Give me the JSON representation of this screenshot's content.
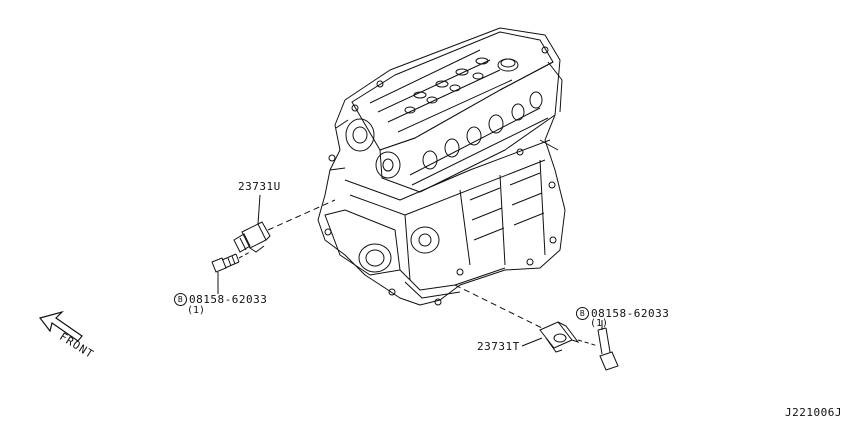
{
  "parts": {
    "sensor_upper": {
      "part_no": "23731U"
    },
    "sensor_lower": {
      "part_no": "23731T"
    },
    "bolt_left": {
      "symbol": "B",
      "part_no": "08158-62033",
      "qty": "(1)"
    },
    "bolt_right": {
      "symbol": "B",
      "part_no": "08158-62033",
      "qty": "(1)"
    }
  },
  "orientation": {
    "front_label": "FRONT"
  },
  "diagram_code": "J221006J",
  "colors": {
    "line": "#111111",
    "background": "#ffffff"
  }
}
